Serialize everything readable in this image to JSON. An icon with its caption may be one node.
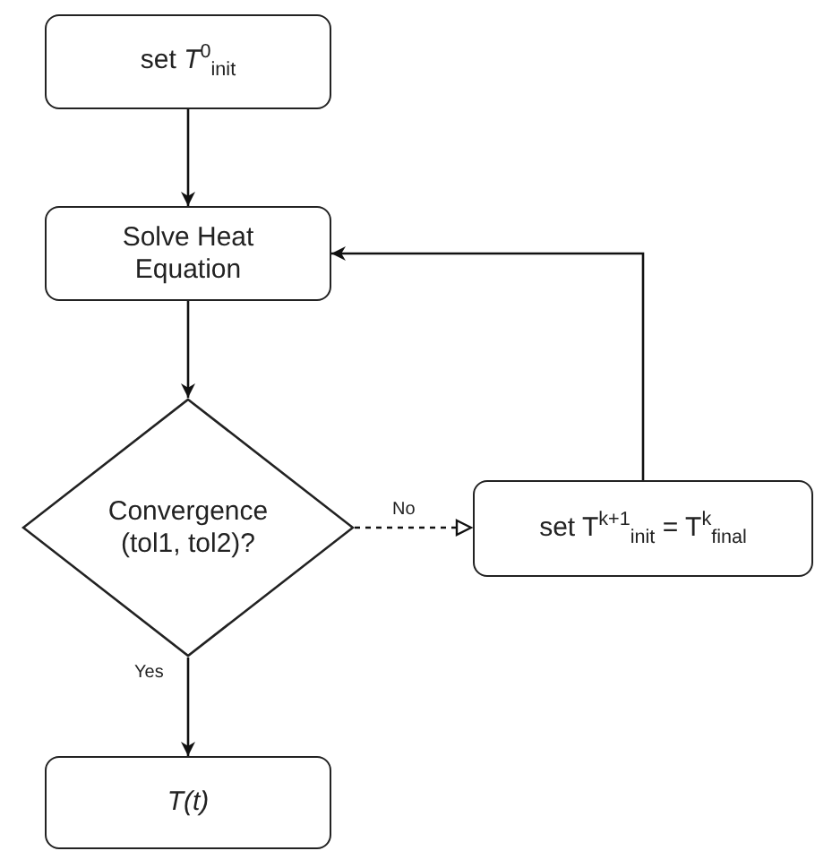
{
  "diagram": {
    "nodes": [
      {
        "text": [
          "set *T*$^{0}$$_{init}$"
        ]
      },
      {
        "text": [
          "Solve Heat Equation"
        ]
      },
      {
        "text": [
          "Convergence (tol1, tol2)?"
        ]
      },
      {
        "text": [
          "set T$^{k+1}$$_{init}$ = T$^{k}$$_{final}$"
        ]
      },
      {
        "text": [
          "T(t)"
        ]
      }
    ],
    "edges": [
      {
        "from": 0,
        "to": 1,
        "arrow": "to"
      },
      {
        "from": 1,
        "to": 2,
        "arrow": "to"
      },
      {
        "from": 2,
        "to": 3,
        "arrow": "to",
        "label": "No",
        "style": "dashed"
      },
      {
        "from": 3,
        "to": 1,
        "arrow": "to"
      },
      {
        "from": 2,
        "to": 4,
        "arrow": "to",
        "label": "Yes"
      }
    ]
  }
}
